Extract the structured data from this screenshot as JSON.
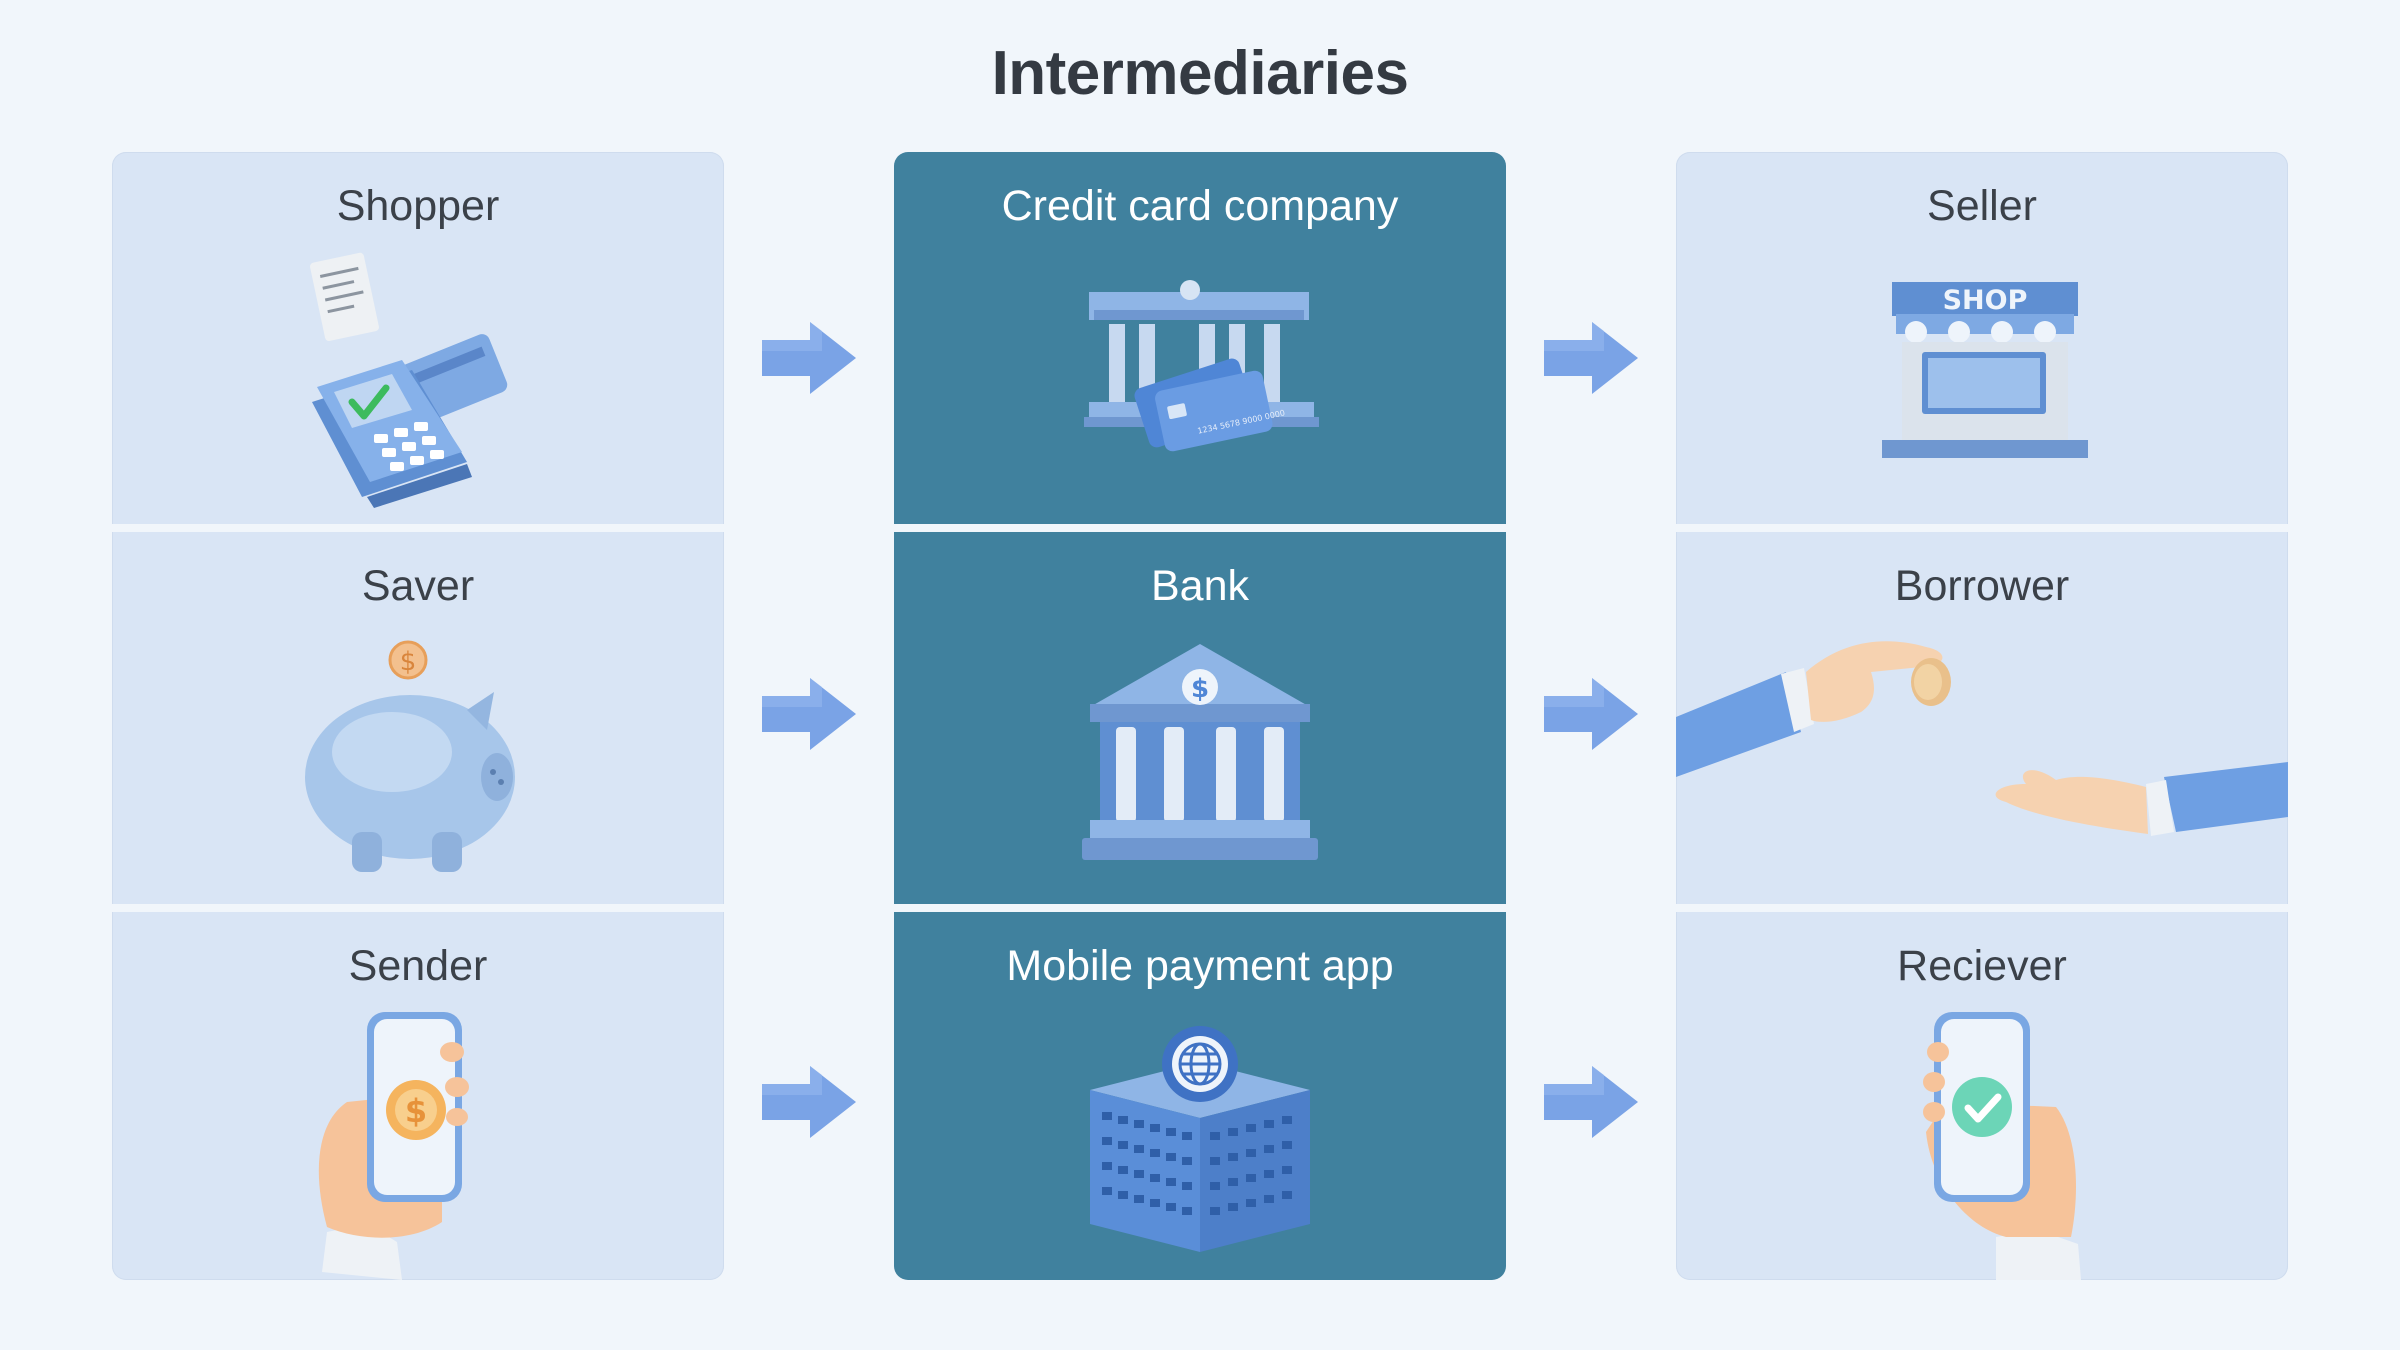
{
  "title": "Intermediaries",
  "columns": {
    "left": [
      {
        "label": "Shopper",
        "icon": "card-payment-terminal-icon"
      },
      {
        "label": "Saver",
        "icon": "piggy-bank-icon"
      },
      {
        "label": "Sender",
        "icon": "phone-payment-hand-icon"
      }
    ],
    "center": [
      {
        "label": "Credit card company",
        "icon": "bank-with-credit-cards-icon"
      },
      {
        "label": "Bank",
        "icon": "bank-building-icon"
      },
      {
        "label": "Mobile payment app",
        "icon": "office-building-globe-icon"
      }
    ],
    "right": [
      {
        "label": "Seller",
        "icon": "shop-storefront-icon"
      },
      {
        "label": "Borrower",
        "icon": "hands-passing-coin-icon"
      },
      {
        "label": "Reciever",
        "icon": "phone-check-hand-icon"
      }
    ]
  },
  "card_text": {
    "shop_sign": "SHOP",
    "card_number": "1234 5678 9000 0000"
  },
  "colors": {
    "background": "#f1f6fb",
    "side_panel": "#d9e5f5",
    "center_panel": "#40819e",
    "arrow": "#7aa3e6"
  }
}
